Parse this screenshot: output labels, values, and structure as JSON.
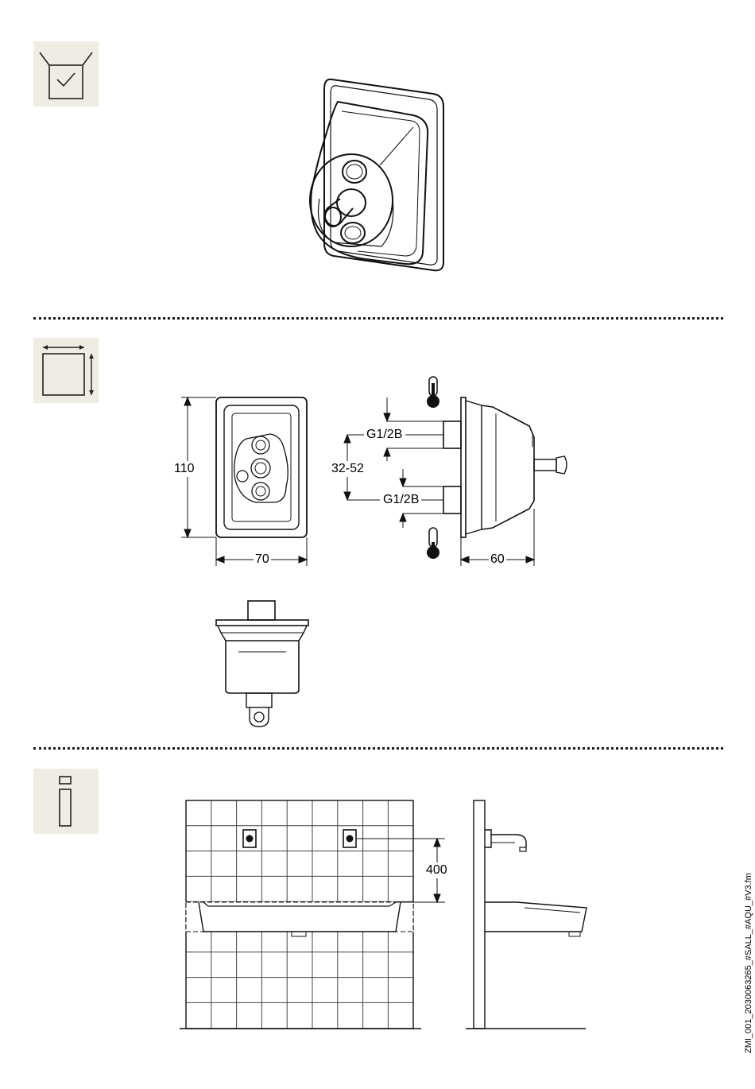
{
  "sections": {
    "scope": {
      "icon": "box-check-icon"
    },
    "dimensions": {
      "icon": "square-dimensions-icon"
    },
    "info": {
      "icon": "info-icon"
    }
  },
  "dimensions": {
    "height": "110",
    "width": "70",
    "depth": "60",
    "spacing": "32-52",
    "thread_top": "G1/2B",
    "thread_bottom": "G1/2B",
    "installation_height": "400"
  },
  "colors": {
    "icon_bg": "#efece4",
    "line": "#1a1a1a"
  },
  "document_id": "ZMI_001_2030063265_#SALL_#AQU_#V3.fm"
}
